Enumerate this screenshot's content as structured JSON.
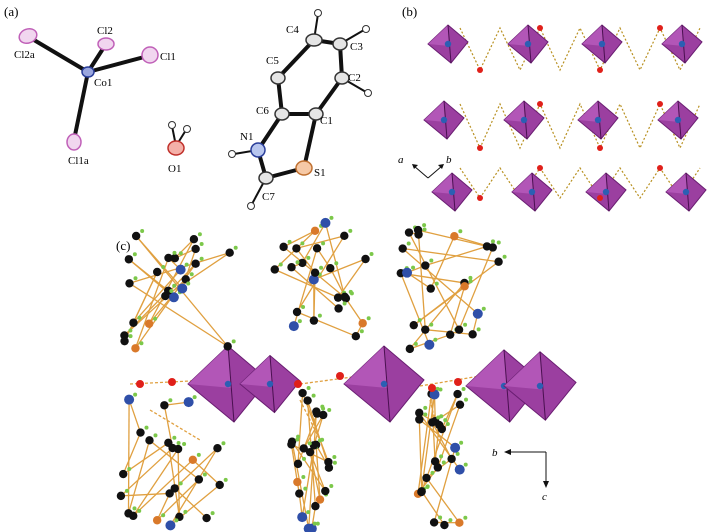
{
  "panels": {
    "a": {
      "label": "(a)",
      "atoms": [
        "Cl2a",
        "Cl2",
        "Cl1",
        "Co1",
        "Cl1a",
        "O1",
        "C4",
        "C3",
        "C5",
        "C2",
        "C6",
        "C1",
        "N1",
        "S1",
        "C7"
      ]
    },
    "b": {
      "label": "(b)",
      "axes": {
        "a": "a",
        "b": "b"
      }
    },
    "c": {
      "label": "(c)",
      "axes": {
        "b": "b",
        "c": "c"
      }
    }
  },
  "colors": {
    "tetrahedron": "#9b3fa0",
    "tetrahedron_edge": "#6a1e72",
    "cobalt": "#2b5fb3",
    "oxygen": "#e0201a",
    "hydrogen": "#7cc84a",
    "carbon": "#111111",
    "nitrogen": "#2f4fa8",
    "sulfur": "#d9792a",
    "bond": "#e0a040",
    "chlorine_ellipsoid": "#d070c8"
  }
}
